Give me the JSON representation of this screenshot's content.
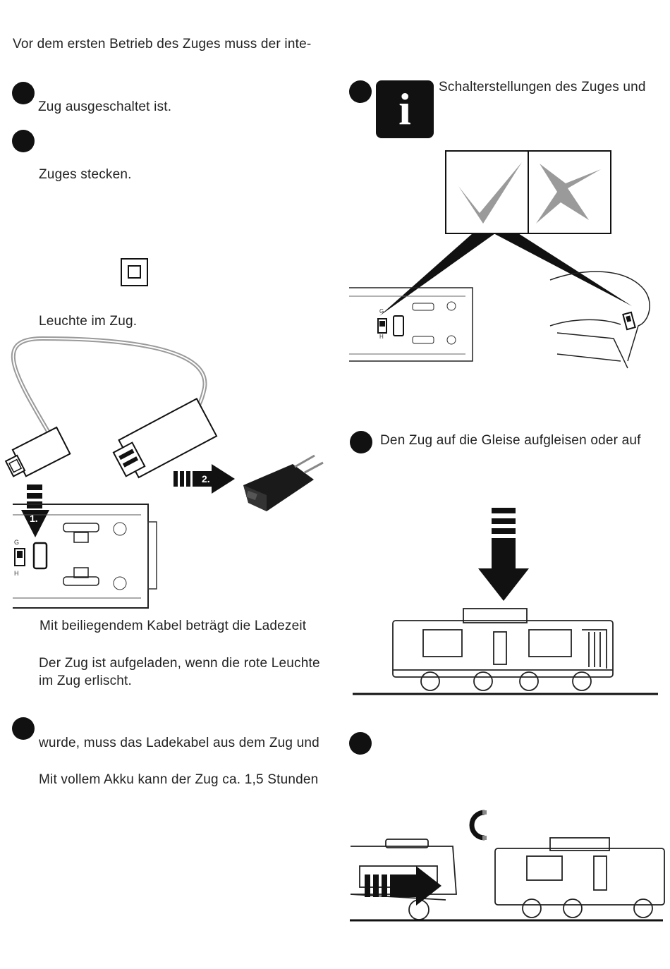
{
  "intro": "Vor dem ersten Betrieb des Zuges muss der inte-",
  "left": {
    "step1_text": "Zug ausgeschaltet ist.",
    "step2_text1": "Zuges stecken.",
    "step2_text2": "Leuchte im Zug.",
    "charge_text": "Mit beiliegendem Kabel beträgt die Ladezeit",
    "charged_line1": "Der Zug ist aufgeladen, wenn die rote Leuchte",
    "charged_line2": "im Zug erlischt.",
    "step3_text1": "wurde, muss das Ladekabel aus dem Zug und",
    "step3_text2": "Mit vollem Akku kann der Zug ca. 1,5 Stunden",
    "arrow1_label": "1.",
    "arrow2_label": "2.",
    "switch_labels": {
      "top": "G",
      "bottom": "H"
    }
  },
  "right": {
    "info_text": "Schalterstellungen des Zuges und",
    "info_glyph": "i",
    "rail_text": "Den Zug auf die Gleise aufgleisen oder auf",
    "switch_labels": {
      "top": "G",
      "bottom": "H"
    }
  },
  "colors": {
    "ink": "#111111",
    "gray": "#9a9a9a",
    "text": "#222222"
  }
}
